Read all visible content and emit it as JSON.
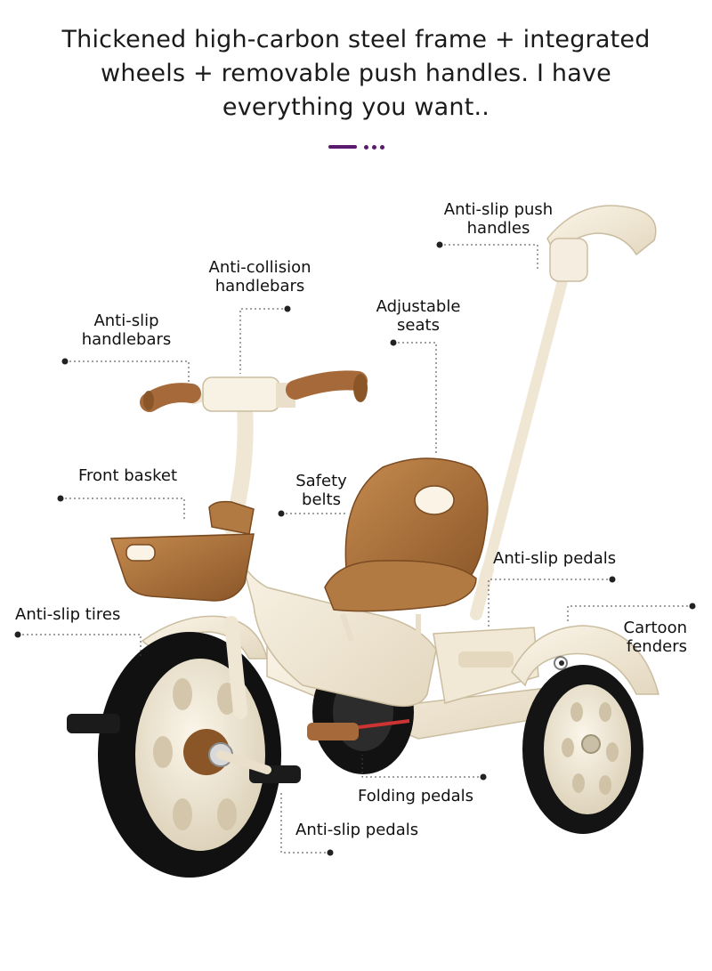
{
  "headline": {
    "lines": [
      "Thickened high-carbon steel frame + integrated",
      "wheels + removable push handles. I have",
      "everything you want.."
    ]
  },
  "accent_color": "#5a1a6e",
  "product": {
    "colors": {
      "frame": "#f3ead9",
      "seat": "#a9713d",
      "tire": "#151515",
      "hub": "#ece2cc"
    }
  },
  "features": {
    "anti_slip_push_handles": [
      "Anti-slip push",
      "handles"
    ],
    "anti_collision_handlebars": [
      "Anti-collision",
      "handlebars"
    ],
    "adjustable_seats": [
      "Adjustable",
      "seats"
    ],
    "anti_slip_handlebars": [
      "Anti-slip",
      "handlebars"
    ],
    "front_basket": [
      "Front basket"
    ],
    "safety_belts": [
      "Safety",
      "belts"
    ],
    "anti_slip_pedals_rear": [
      "Anti-slip pedals"
    ],
    "anti_slip_tires": [
      "Anti-slip tires"
    ],
    "cartoon_fenders": [
      "Cartoon",
      "fenders"
    ],
    "folding_pedals": [
      "Folding pedals"
    ],
    "anti_slip_pedals_front": [
      "Anti-slip pedals"
    ]
  }
}
